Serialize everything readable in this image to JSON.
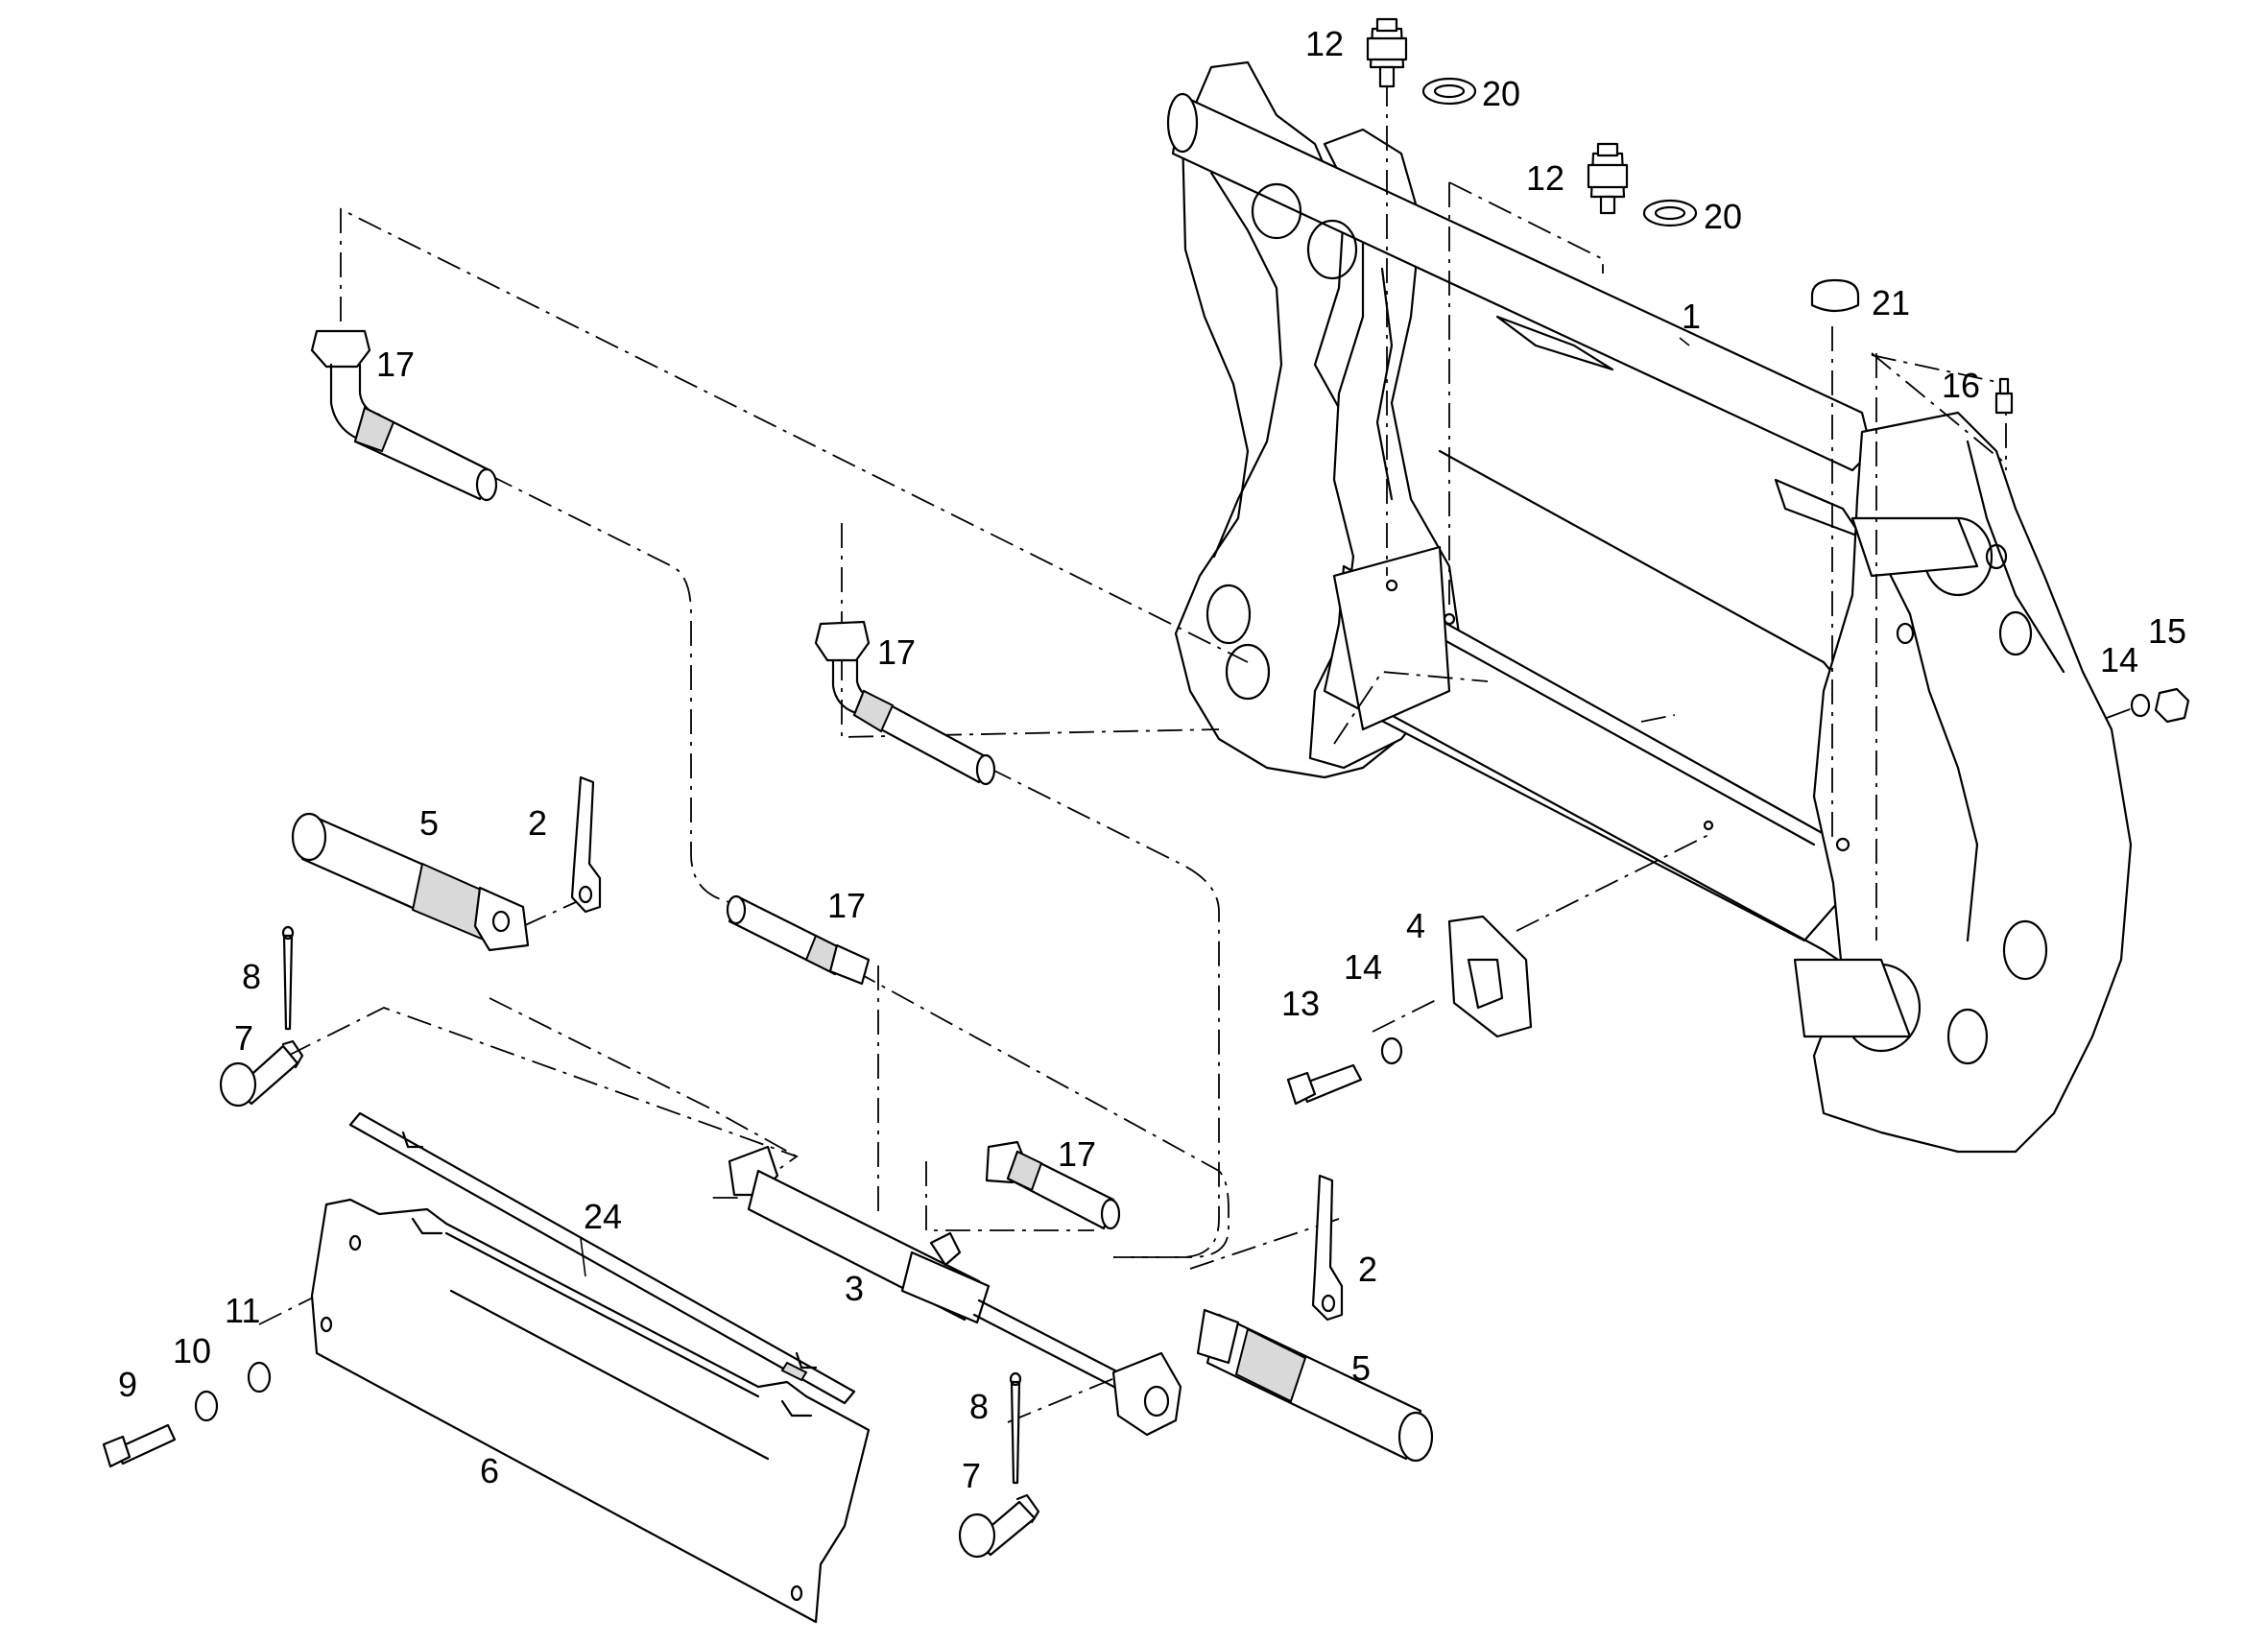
{
  "labels": {
    "p1": "1",
    "p2a": "2",
    "p2b": "2",
    "p3": "3",
    "p4": "4",
    "p5a": "5",
    "p5b": "5",
    "p6": "6",
    "p7a": "7",
    "p7b": "7",
    "p8a": "8",
    "p8b": "8",
    "p9": "9",
    "p10": "10",
    "p11": "11",
    "p12a": "12",
    "p12b": "12",
    "p13": "13",
    "p14a": "14",
    "p14b": "14",
    "p15": "15",
    "p16": "16",
    "p17a": "17",
    "p17b": "17",
    "p17c": "17",
    "p17d": "17",
    "p20a": "20",
    "p20b": "20",
    "p21": "21",
    "p24": "24"
  }
}
